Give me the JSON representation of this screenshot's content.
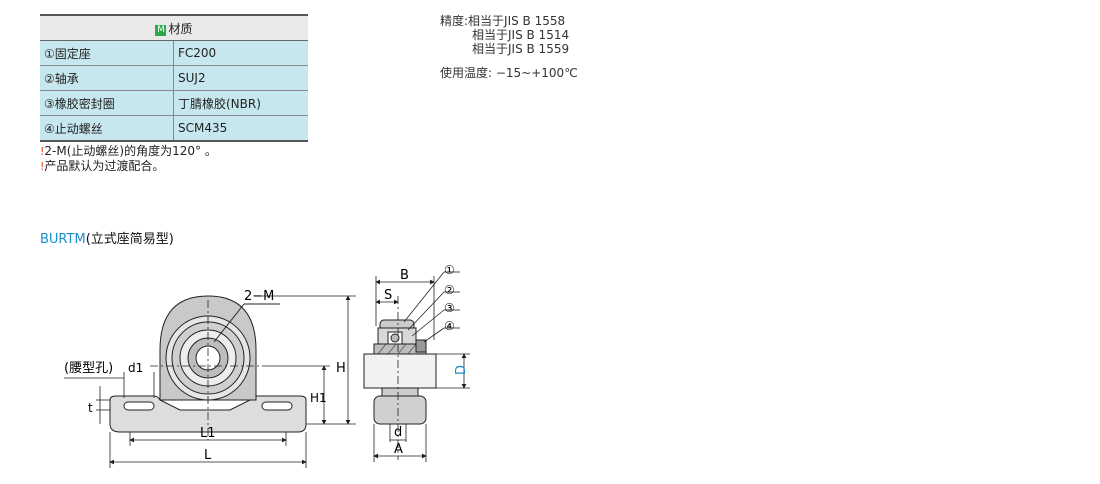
{
  "material": {
    "header_badge": "M",
    "header": "材质",
    "rows": [
      {
        "part": "①固定座",
        "material": "FC200"
      },
      {
        "part": "②轴承",
        "material": "SUJ2"
      },
      {
        "part": "③橡胶密封圈",
        "material": "丁腈橡胶(NBR)"
      },
      {
        "part": "④止动螺丝",
        "material": "SCM435"
      }
    ]
  },
  "notes": [
    {
      "icon": "!",
      "text": "2-M(止动螺丝)的角度为120° 。"
    },
    {
      "icon": "!",
      "text": "产品默认为过渡配合。"
    }
  ],
  "spec": {
    "accuracy_label": "精度:",
    "accuracy_lines": [
      "相当于JIS B 1558",
      "相当于JIS B 1514",
      "相当于JIS B 1559"
    ],
    "temperature": "使用温度: −15~+100℃"
  },
  "section": {
    "code": "BURTM",
    "title": "(立式座简易型)"
  },
  "drawing": {
    "labels": {
      "two_m": "2−M",
      "slot_hole": "(腰型孔)",
      "d1": "d1",
      "t": "t",
      "L1": "L1",
      "L": "L",
      "H": "H",
      "H1": "H1",
      "B": "B",
      "S": "S",
      "D": "D",
      "d": "d",
      "A": "A",
      "callout_1": "①",
      "callout_2": "②",
      "callout_3": "③",
      "callout_4": "④"
    },
    "accent_color": "#1a8fc9"
  }
}
